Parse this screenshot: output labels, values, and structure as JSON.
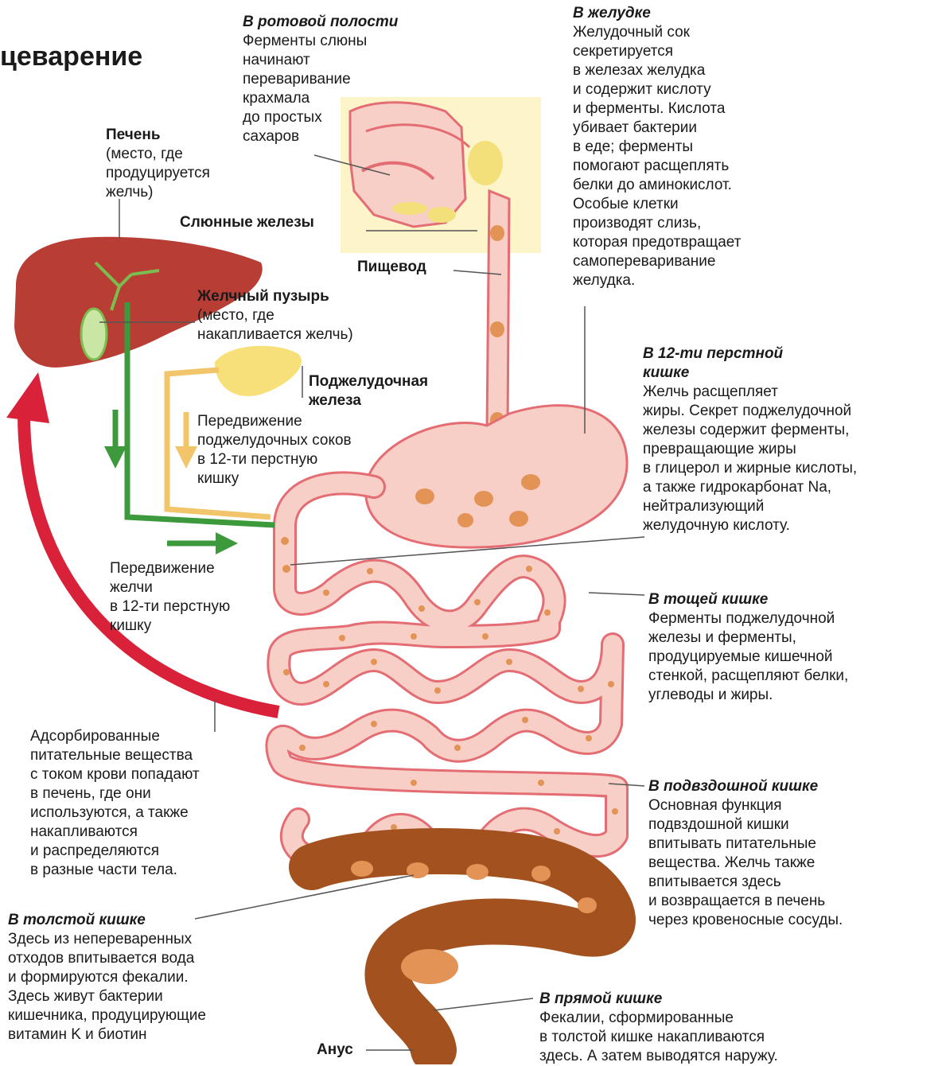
{
  "title": "цеварение",
  "colors": {
    "liver": "#b83e35",
    "gut": "#f7cfc6",
    "gut_outline": "#e46d74",
    "spot": "#e39355",
    "colon": "#a3521f",
    "bile": "#3c9a3c",
    "pancreatic": "#f3c56a",
    "blood_arrow": "#d9213a",
    "mouth_box": "#fdf4c9"
  },
  "labels": {
    "mouth": {
      "heading": "В ротовой полости",
      "text": "Ферменты слюны\nначинают\nпереваривание\nкрахмала\nдо простых\nсахаров"
    },
    "stomach": {
      "heading": "В желудке",
      "text": "Желудочный сок\nсекретируется\nв железах желудка\nи содержит кислоту\nи ферменты. Кислота\nубивает бактерии\nв еде; ферменты\nпомогают расщеплять\nбелки до аминокислот.\nОсобые клетки\nпроизводят слизь,\nкоторая предотвращает\nсамопереваривание\nжелудка."
    },
    "liver": {
      "heading": "Печень",
      "text": "(место, где\nпродуцируется\nжелчь)"
    },
    "salivary": {
      "heading": "Слюнные железы"
    },
    "esophagus": {
      "heading": "Пищевод"
    },
    "gallbladder": {
      "heading": "Желчный пузырь",
      "text": "(место, где\nнакапливается желчь)"
    },
    "pancreas": {
      "heading": "Поджелудочная\nжелеза"
    },
    "pancreatic_flow": {
      "text": "Передвижение\nподжелудочных соков\nв 12-ти перстную\nкишку"
    },
    "duodenum": {
      "heading": "В 12-ти перстной\nкишке",
      "text": "Желчь расщепляет\nжиры. Секрет поджелудочной\nжелезы содержит ферменты,\nпревращающие жиры\nв глицерол и жирные кислоты,\nа также гидрокарбонат Na,\nнейтрализующий\nжелудочную кислоту."
    },
    "bile_flow": {
      "text": "Передвижение\nжелчи\nв 12-ти перстную\nкишку"
    },
    "jejunum": {
      "heading": "В тощей кишке",
      "text": "Ферменты поджелудочной\nжелезы и ферменты,\nпродуцируемые кишечной\nстенкой, расщепляют белки,\nуглеводы и жиры."
    },
    "absorbed": {
      "text": "Адсорбированные\nпитательные вещества\nс током крови попадают\nв печень, где они\nиспользуются, а также\nнакапливаются\nи распределяются\nв разные части тела."
    },
    "ileum": {
      "heading": "В подвздошной кишке",
      "text": "Основная функция\nподвздошной кишки\nвпитывать питательные\nвещества. Желчь также\nвпитывается здесь\nи возвращается в печень\nчерез кровеносные сосуды."
    },
    "colon": {
      "heading": "В толстой кишке",
      "text": "Здесь из непереваренных\nотходов впитывается вода\nи формируются фекалии.\nЗдесь живут бактерии\nкишечника, продуцирующие\nвитамин K и биотин"
    },
    "rectum": {
      "heading": "В прямой кишке",
      "text": "Фекалии, сформированные\nв толстой кишке накапливаются\nздесь. А затем выводятся наружу."
    },
    "anus": {
      "heading": "Анус"
    }
  }
}
